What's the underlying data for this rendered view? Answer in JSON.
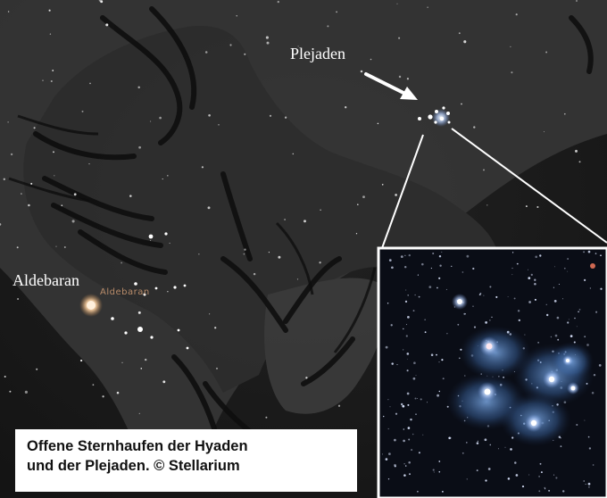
{
  "labels": {
    "pleiades": "Plejaden",
    "aldebaran": "Aldebaran",
    "aldebaran_small": "Aldebaran"
  },
  "caption": {
    "line1": "Offene Sternhaufen der Hyaden",
    "line2": "und der Plejaden. © Stellarium"
  },
  "colors": {
    "sky": "#181818",
    "constellation_art": "#3a3a3a",
    "inset_border": "#ffffff",
    "nebula": "#6a9bd8",
    "aldebaran_star": "#f2c89a"
  },
  "icons": [
    "arrow-icon"
  ]
}
